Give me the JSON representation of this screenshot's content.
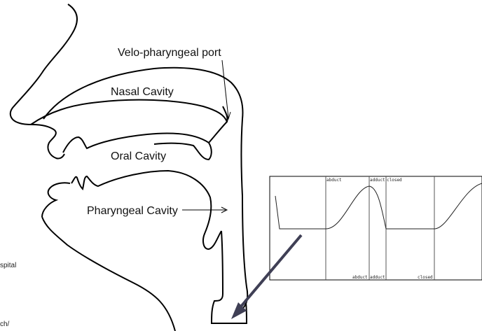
{
  "labels": {
    "velo": "Velo-pharyngeal port",
    "nasal": "Nasal Cavity",
    "oral": "Oral Cavity",
    "pharyngeal": "Pharyngeal Cavity"
  },
  "partial_text": {
    "left1": "spital",
    "left2": "ch/"
  },
  "waveform": {
    "top_labels": [
      "abduct",
      "adduct",
      "closed"
    ],
    "bottom_labels": [
      "abduct",
      "adduct",
      "closed"
    ]
  },
  "colors": {
    "line": "#000000",
    "arrow": "#3f3f55",
    "waveform_grid": "#555555"
  }
}
